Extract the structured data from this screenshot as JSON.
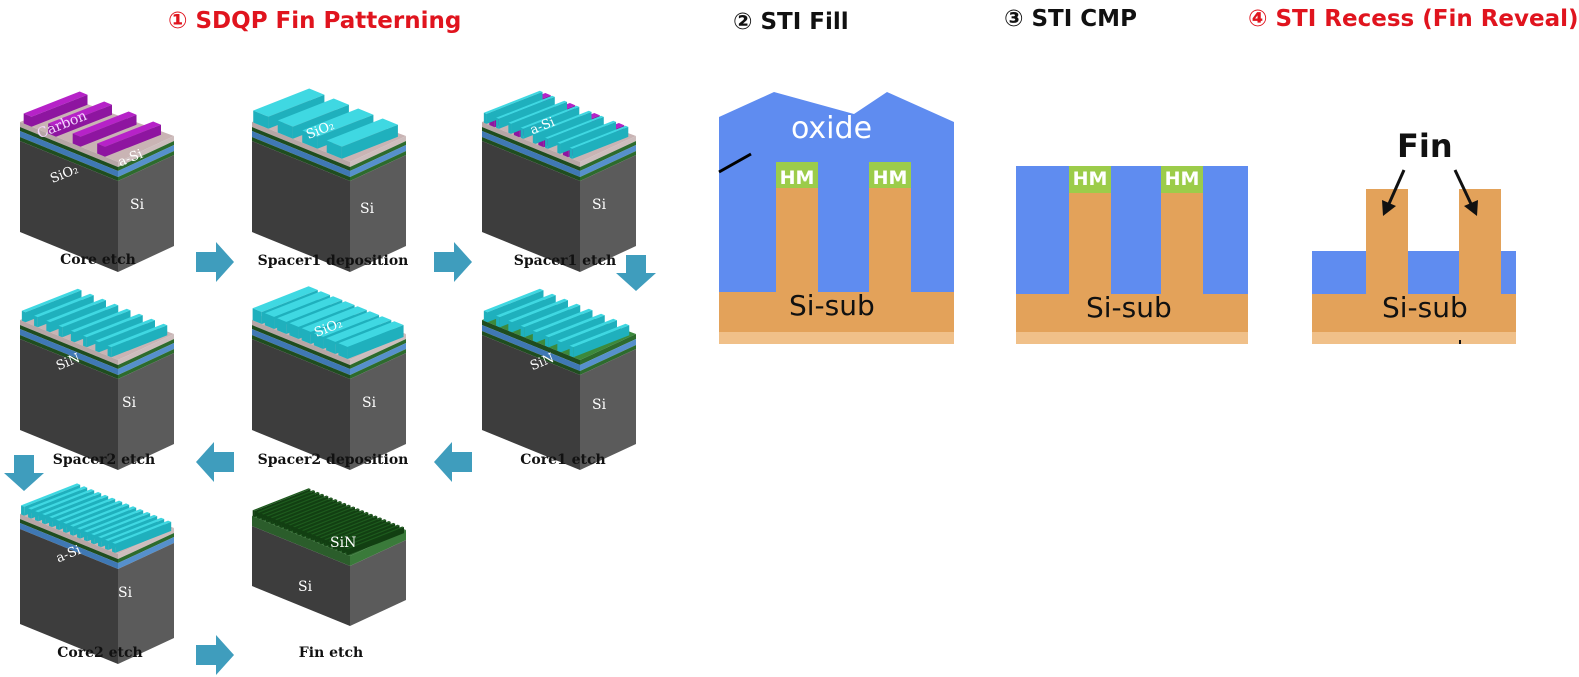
{
  "titles": {
    "step1": "① SDQP Fin Patterning",
    "step2": "② STI Fill",
    "step3": "③ STI CMP",
    "step4": "④ STI Recess (Fin Reveal)"
  },
  "captions": {
    "core_etch": "Core etch",
    "spacer1_deposition": "Spacer1 deposition",
    "spacer1_etch": "Spacer1 etch",
    "spacer2_etch": "Spacer2 etch",
    "spacer2_deposition": "Spacer2 deposition",
    "core1_etch": "Core1 etch",
    "core2_etch": "Core2 etch",
    "fin_etch": "Fin etch"
  },
  "block_labels": {
    "carbon": "Carbon",
    "a_si": "a-Si",
    "sio2": "SiO₂",
    "si": "Si",
    "sin": "SiN"
  },
  "xs_labels": {
    "oxide": "oxide",
    "hm": "HM",
    "si_sub": "Si-sub",
    "fin": "Fin"
  },
  "colors": {
    "title_red": "#e0141e",
    "oxide_blue": "#5f8cf0",
    "fin_orange": "#e3a25a",
    "hm_green": "#9ccc4a",
    "spacer_cyan": "#3fd6e0",
    "carbon_magenta": "#b11fc4",
    "arrow_teal": "#3f9dbd"
  }
}
